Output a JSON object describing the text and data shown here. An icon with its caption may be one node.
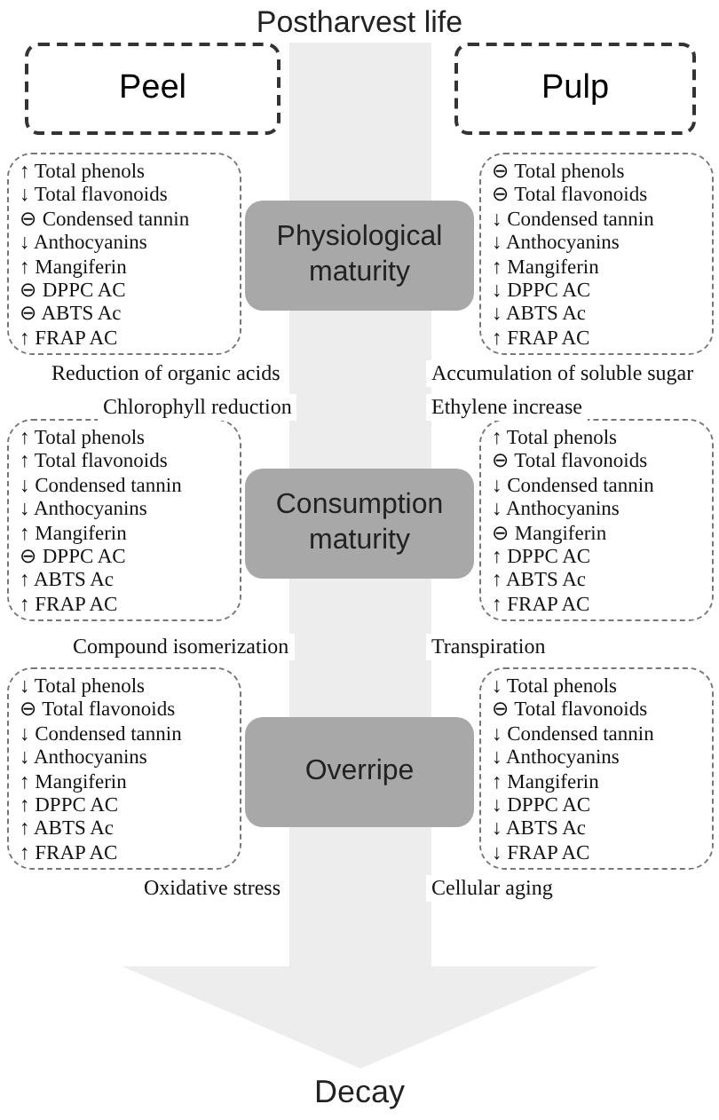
{
  "diagram": {
    "nodes": [
      {
        "text": [
          "Postharvest life"
        ]
      },
      {
        "text": [
          "Peel"
        ]
      },
      {
        "text": [
          "Pulp"
        ]
      },
      {
        "text": [
          "↑ Total phenols",
          "↓ Total flavonoids",
          "⊖ Condensed tannin",
          "↓ Anthocyanins",
          "↑ Mangiferin",
          "⊖ DPPC AC",
          "⊖ ABTS Ac",
          "↑ FRAP AC"
        ]
      },
      {
        "text": [
          "Physiological maturity"
        ]
      },
      {
        "text": [
          "⊖ Total phenols",
          "⊖ Total flavonoids",
          "↓ Condensed tannin",
          "↓ Anthocyanins",
          "↑ Mangiferin",
          "↓ DPPC AC",
          "↓ ABTS Ac",
          "↑ FRAP AC"
        ]
      },
      {
        "text": [
          "↑ Total phenols",
          "↑ Total flavonoids",
          "↓ Condensed tannin",
          "↓ Anthocyanins",
          "↑ Mangiferin",
          "⊖ DPPC AC",
          "↑ ABTS Ac",
          "↑ FRAP AC"
        ]
      },
      {
        "text": [
          "Consumption maturity"
        ]
      },
      {
        "text": [
          "↑ Total phenols",
          "⊖ Total flavonoids",
          "↓ Condensed tannin",
          "↓ Anthocyanins",
          "⊖ Mangiferin",
          "↑ DPPC AC",
          "↑ ABTS Ac",
          "↑ FRAP AC"
        ]
      },
      {
        "text": [
          "↓ Total phenols",
          "⊖ Total flavonoids",
          "↓ Condensed tannin",
          "↓ Anthocyanins",
          "↑ Mangiferin",
          "↑ DPPC AC",
          "↑ ABTS Ac",
          "↑ FRAP AC"
        ]
      },
      {
        "text": [
          "Overripe"
        ]
      },
      {
        "text": [
          "↓ Total phenols",
          "⊖ Total flavonoids",
          "↓ Condensed tannin",
          "↓ Anthocyanins",
          "↑ Mangiferin",
          "↓ DPPC AC",
          "↓ ABTS Ac",
          "↓ FRAP AC"
        ]
      },
      {
        "text": [
          "Decay"
        ]
      }
    ],
    "edges": [
      {
        "from": 0,
        "to": 4,
        "arrow": "none",
        "style": "thick",
        "color": "#ededed"
      },
      {
        "from": 4,
        "to": 7,
        "arrow": "none",
        "style": "thick",
        "color": "#ededed"
      },
      {
        "from": 7,
        "to": 10,
        "arrow": "none",
        "style": "thick",
        "color": "#ededed"
      },
      {
        "from": 10,
        "to": 12,
        "arrow": "to",
        "style": "thick",
        "color": "#ededed"
      }
    ],
    "labels": [
      "Reduction of organic acids",
      "Accumulation of soluble sugar",
      "Chlorophyll reduction",
      "Ethylene increase",
      "Compound isomerization",
      "Transpiration",
      "Oxidative stress",
      "Cellular aging"
    ]
  }
}
